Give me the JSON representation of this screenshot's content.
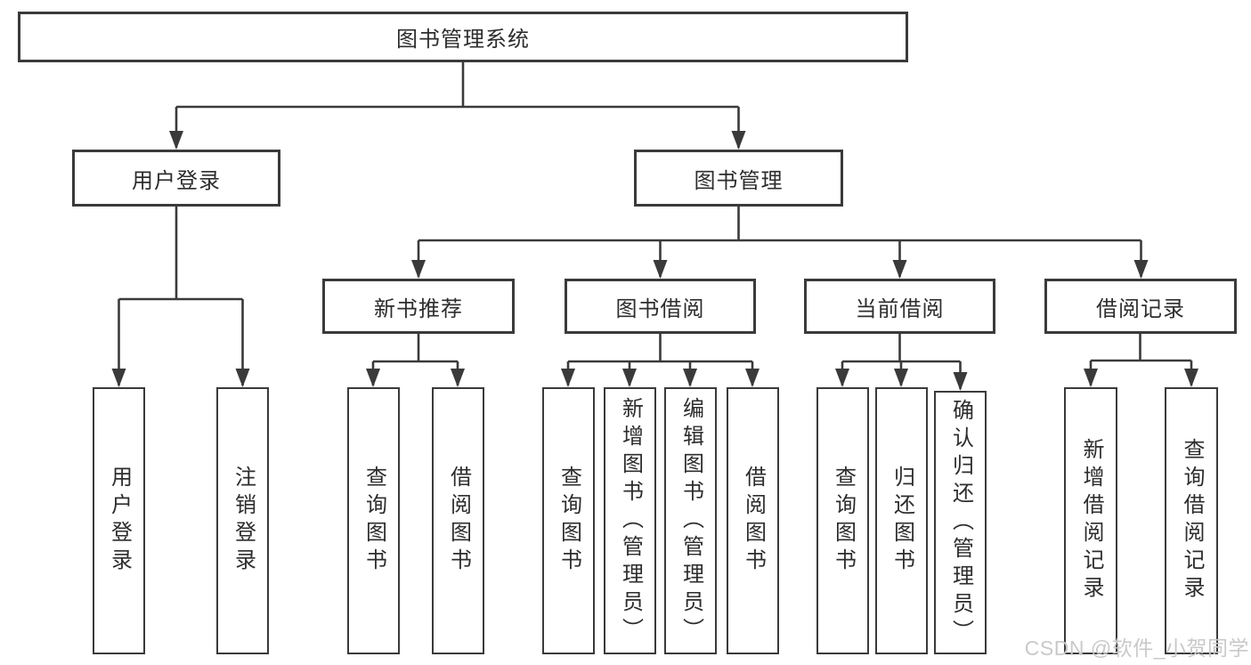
{
  "diagram": {
    "root": {
      "label": "图书管理系统"
    },
    "branches": [
      {
        "label": "用户登录",
        "leaves": [
          {
            "label": "用户登录"
          },
          {
            "label": "注销登录"
          }
        ]
      },
      {
        "label": "图书管理",
        "sections": [
          {
            "label": "新书推荐",
            "leaves": [
              {
                "label": "查询图书"
              },
              {
                "label": "借阅图书"
              }
            ]
          },
          {
            "label": "图书借阅",
            "leaves": [
              {
                "label": "查询图书"
              },
              {
                "label": "新增图书（管理员）"
              },
              {
                "label": "编辑图书（管理员）"
              },
              {
                "label": "借阅图书"
              }
            ]
          },
          {
            "label": "当前借阅",
            "leaves": [
              {
                "label": "查询图书"
              },
              {
                "label": "归还图书"
              },
              {
                "label": "确认归还（管理员）"
              }
            ]
          },
          {
            "label": "借阅记录",
            "leaves": [
              {
                "label": "新增借阅记录"
              },
              {
                "label": "查询借阅记录"
              }
            ]
          }
        ]
      }
    ]
  },
  "watermark": {
    "text": "CSDN @软件_小贺同学"
  },
  "colors": {
    "line": "#3a3a3a",
    "text": "#2d2d2d",
    "box_fill": "#ffffff",
    "background": "#ffffff",
    "watermark": "#c9c9c9"
  }
}
